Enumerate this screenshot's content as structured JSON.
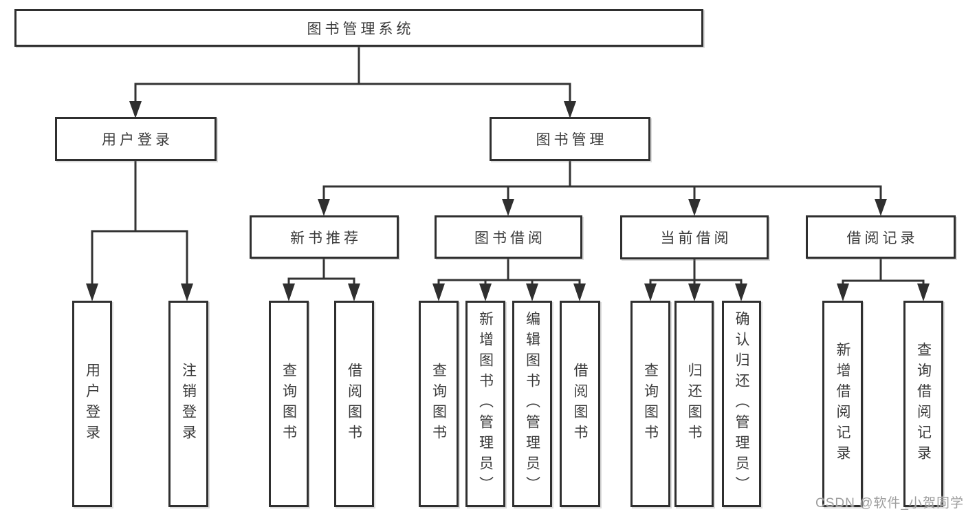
{
  "tree": {
    "root": "图书管理系统",
    "children": [
      {
        "label": "用户登录",
        "children": [
          {
            "label": "用户登录"
          },
          {
            "label": "注销登录"
          }
        ]
      },
      {
        "label": "图书管理",
        "children": [
          {
            "label": "新书推荐",
            "children": [
              {
                "label": "查询图书"
              },
              {
                "label": "借阅图书"
              }
            ]
          },
          {
            "label": "图书借阅",
            "children": [
              {
                "label": "查询图书"
              },
              {
                "label": "新增图书（管理员）"
              },
              {
                "label": "编辑图书（管理员）"
              },
              {
                "label": "借阅图书"
              }
            ]
          },
          {
            "label": "当前借阅",
            "children": [
              {
                "label": "查询图书"
              },
              {
                "label": "归还图书"
              },
              {
                "label": "确认归还（管理员）"
              }
            ]
          },
          {
            "label": "借阅记录",
            "children": [
              {
                "label": "新增借阅记录"
              },
              {
                "label": "查询借阅记录"
              }
            ]
          }
        ]
      }
    ]
  },
  "watermark": "CSDN @软件_小贺同学",
  "colors": {
    "line": "#333333",
    "box_border": "#2f2f2f",
    "text": "#3a3a3a",
    "watermark": "#9e9e9e",
    "background": "#ffffff"
  }
}
